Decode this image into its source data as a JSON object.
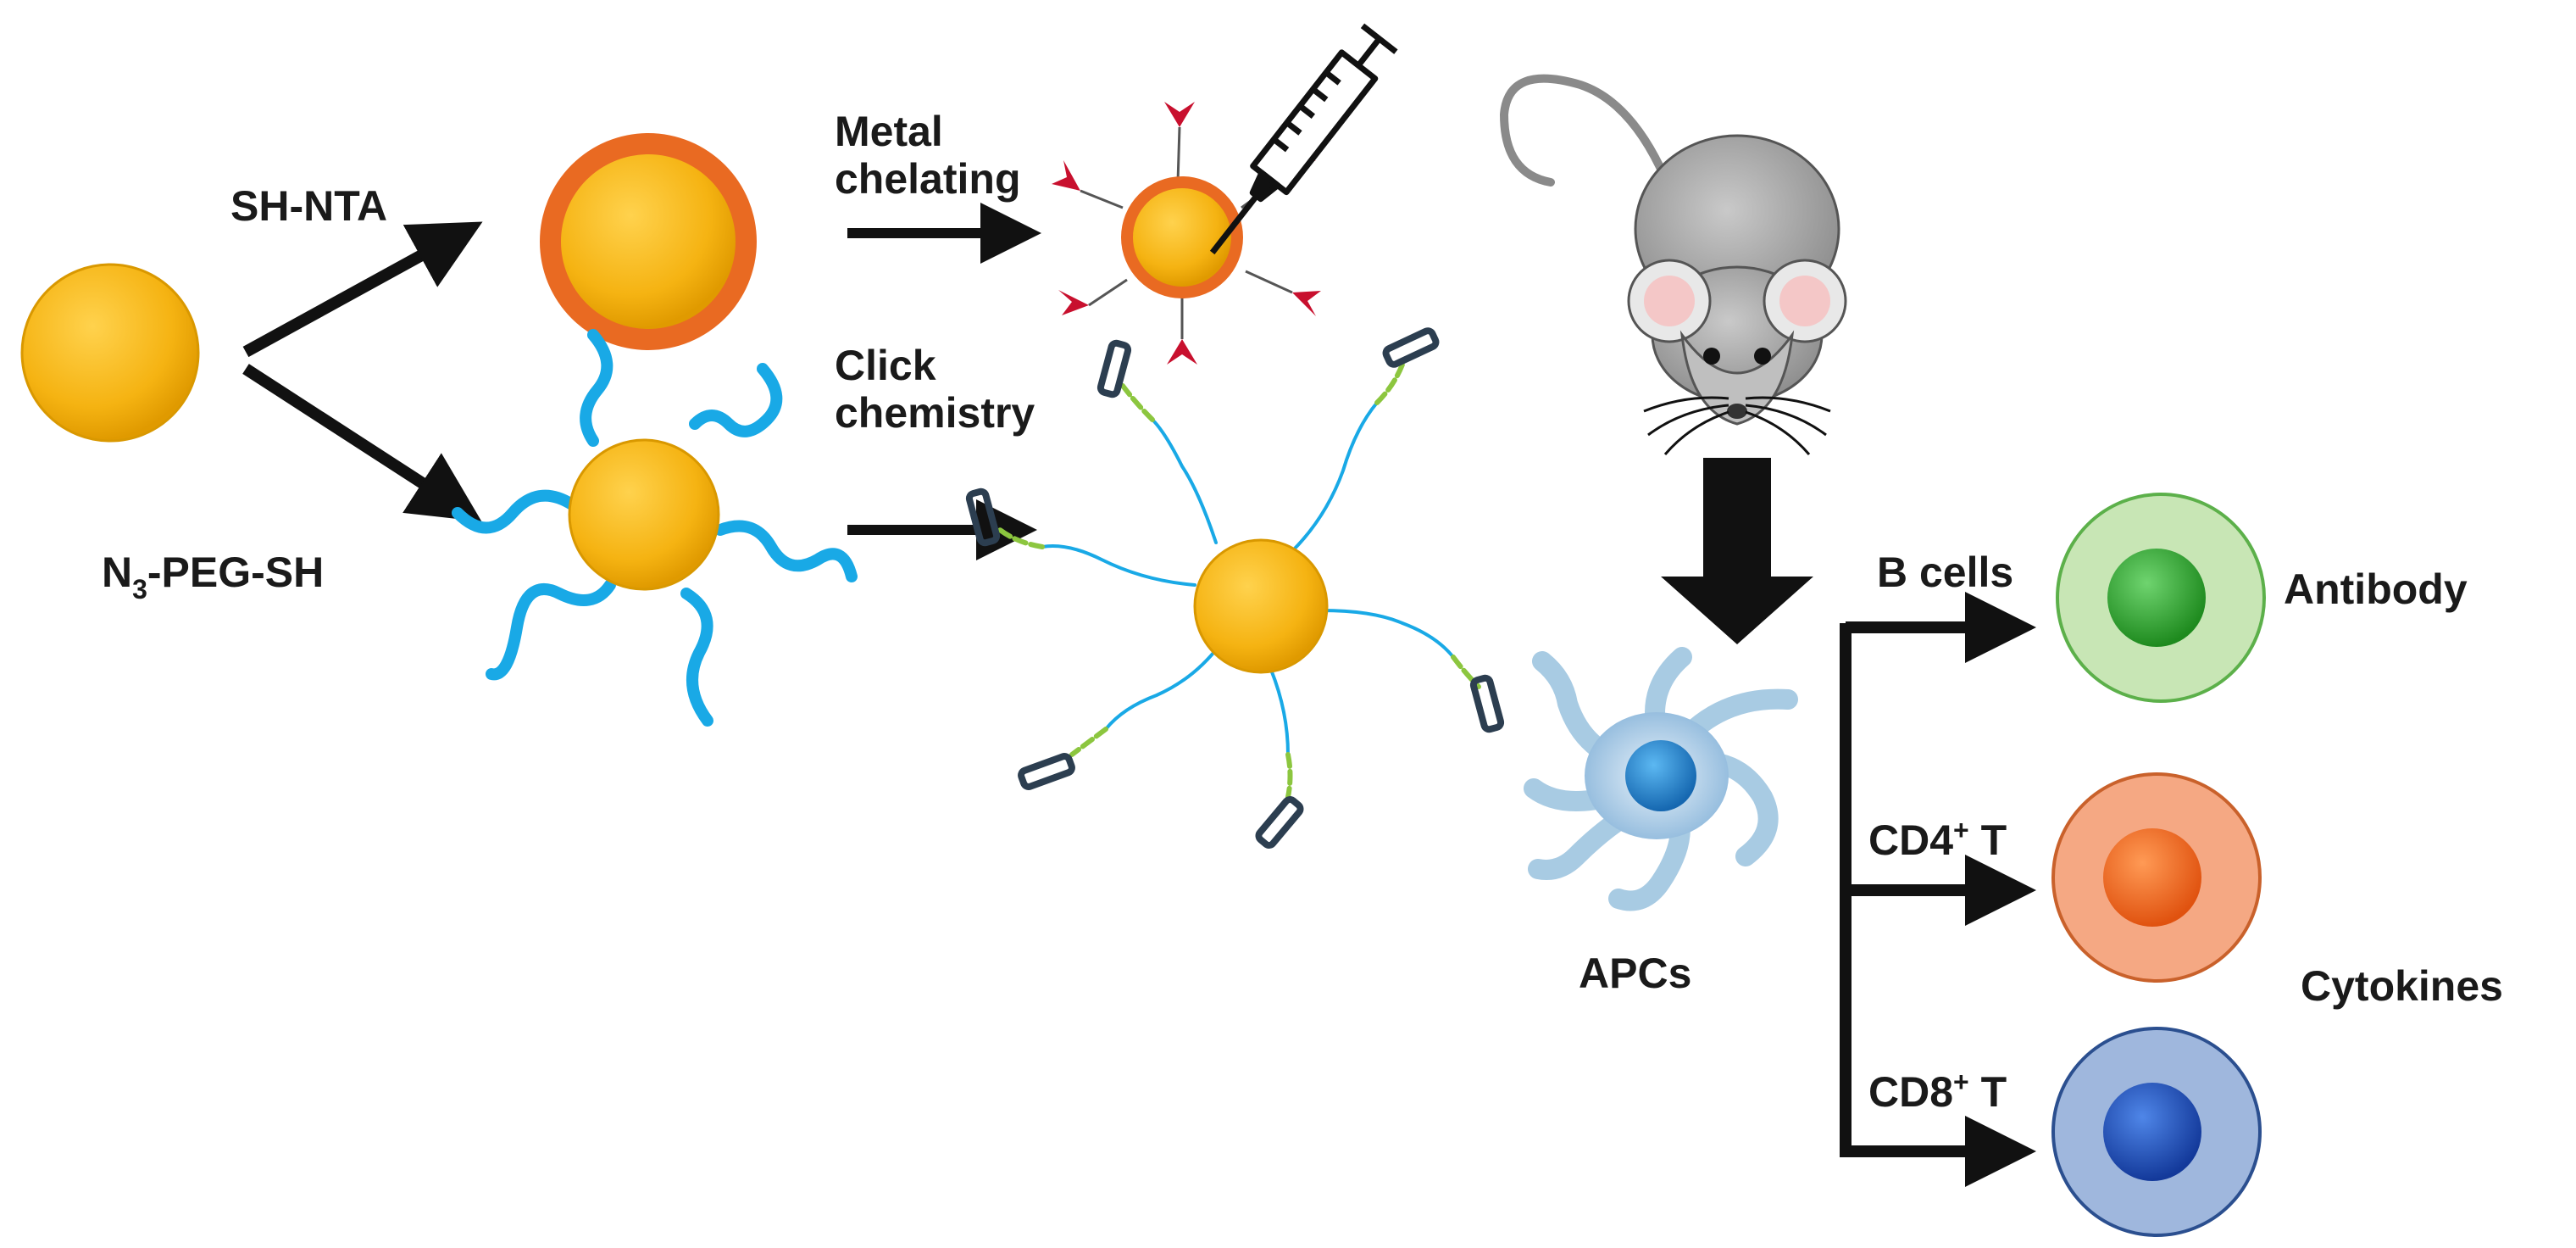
{
  "labels": {
    "sh_nta": "SH-NTA",
    "n3_peg_sh_prefix": "N",
    "n3_peg_sh_subscript": "3",
    "n3_peg_sh_suffix": "-PEG-SH",
    "metal_line1": "Metal",
    "metal_line2": "chelating",
    "click_line1": "Click",
    "click_line2": "chemistry",
    "apcs": "APCs",
    "b_cells": "B cells",
    "cd4_prefix": "CD4",
    "cd4_sup": "+",
    "cd4_suffix": " T",
    "cd8_prefix": "CD8",
    "cd8_sup": "+",
    "cd8_suffix": " T",
    "antibody": "Antibody",
    "cytokines": "Cytokines"
  },
  "colors": {
    "particle": "#f5b312",
    "particle_edge": "#d99800",
    "nta_shell": "#e96a22",
    "peg_chain": "#19a9e6",
    "linker": "#8cc63f",
    "antigen_red": "#c8102e",
    "b_cell_outer": "#c8e6b5",
    "b_cell_nucleus": "#2e9d2e",
    "cd4_outer": "#f5a883",
    "cd4_nucleus": "#f26522",
    "cd8_outer": "#9fb7dd",
    "cd8_nucleus": "#1f4fb3",
    "apc": "#a8cbe3",
    "apc_nucleus": "#1d85d0",
    "mouse": "#a6a6a6"
  },
  "icons": {
    "syringe": "syringe-icon",
    "mouse": "mouse-icon",
    "apc": "apc-cell-icon"
  }
}
